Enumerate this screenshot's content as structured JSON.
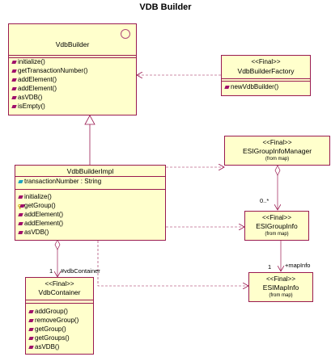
{
  "diagram": {
    "title": "VDB Builder",
    "classes": {
      "vdb_builder": {
        "name": "VdbBuilder",
        "operations": [
          "initialize()",
          "getTransactionNumber()",
          "addElement()",
          "addElement()",
          "asVDB()",
          "isEmpty()"
        ]
      },
      "vdb_builder_factory": {
        "stereotype": "<<Final>>",
        "name": "VdbBuilderFactory",
        "operations": [
          "newVdbBuilder()"
        ]
      },
      "vdb_builder_impl": {
        "name": "VdbBuilderImpl",
        "attributes": [
          "transactionNumber : String"
        ],
        "operations": [
          "initialize()",
          "getGroup()",
          "addElement()",
          "addElement()",
          "asVDB()"
        ]
      },
      "esi_group_info_manager": {
        "stereotype": "<<Final>>",
        "name": "ESIGroupInfoManager",
        "from": "(from map)"
      },
      "esi_group_info": {
        "stereotype": "<<Final>>",
        "name": "ESIGroupInfo",
        "from": "(from map)"
      },
      "esi_map_info": {
        "stereotype": "<<Final>>",
        "name": "ESIMapInfo",
        "from": "(from map)"
      },
      "vdb_container": {
        "stereotype": "<<Final>>",
        "name": "VdbContainer",
        "operations": [
          "addGroup()",
          "removeGroup()",
          "getGroup()",
          "getGroups()",
          "asVDB()"
        ]
      }
    },
    "labels": {
      "multiplicity_many": "0..*",
      "multiplicity_one_map": "1",
      "role_map_info": "+mapInfo",
      "multiplicity_one_container": "1",
      "role_vdb_container": "#vdbContainer"
    }
  }
}
